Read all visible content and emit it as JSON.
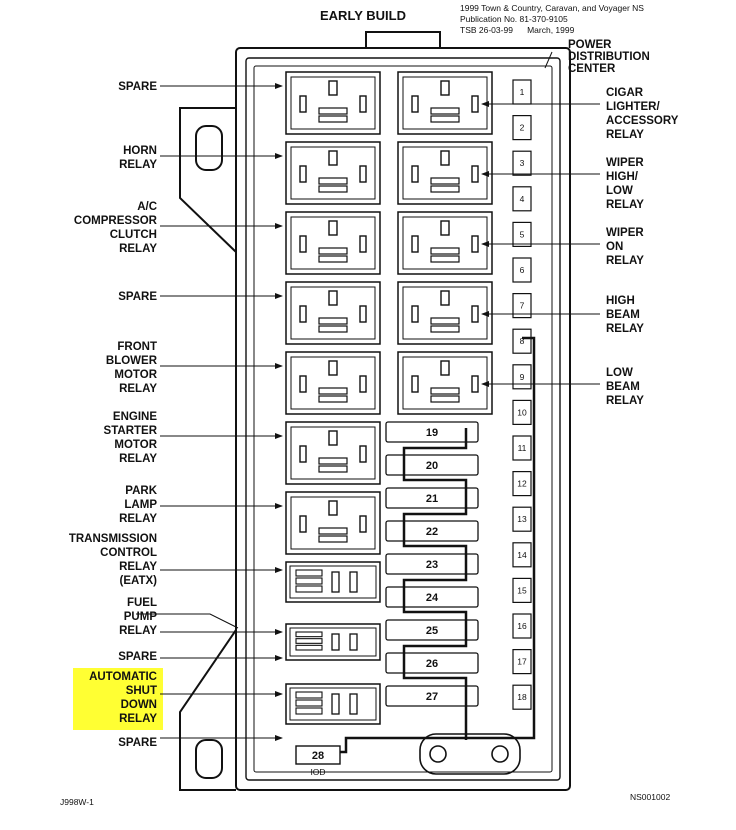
{
  "title": "EARLY BUILD",
  "publication": {
    "line1": "1999 Town & Country, Caravan, and Voyager NS",
    "line2": "Publication No. 81-370-9105",
    "line3": "TSB 26-03-99      March, 1999"
  },
  "pdc_label": [
    "POWER",
    "DISTRIBUTION",
    "CENTER"
  ],
  "left_labels": [
    {
      "lines": [
        "SPARE"
      ]
    },
    {
      "lines": [
        "HORN",
        "RELAY"
      ]
    },
    {
      "lines": [
        "A/C",
        "COMPRESSOR",
        "CLUTCH",
        "RELAY"
      ]
    },
    {
      "lines": [
        "SPARE"
      ]
    },
    {
      "lines": [
        "FRONT",
        "BLOWER",
        "MOTOR",
        "RELAY"
      ]
    },
    {
      "lines": [
        "ENGINE",
        "STARTER",
        "MOTOR",
        "RELAY"
      ]
    },
    {
      "lines": [
        "PARK",
        "LAMP",
        "RELAY"
      ]
    },
    {
      "lines": [
        "TRANSMISSION",
        "CONTROL",
        "RELAY",
        "(EATX)"
      ]
    },
    {
      "lines": [
        "FUEL",
        "PUMP",
        "RELAY"
      ]
    },
    {
      "lines": [
        "SPARE"
      ]
    },
    {
      "lines": [
        "AUTOMATIC",
        "SHUT",
        "DOWN",
        "RELAY"
      ],
      "highlight": true
    },
    {
      "lines": [
        "SPARE"
      ]
    }
  ],
  "right_labels": [
    {
      "lines": [
        "CIGAR",
        "LIGHTER/",
        "ACCESSORY",
        "RELAY"
      ]
    },
    {
      "lines": [
        "WIPER",
        "HIGH/",
        "LOW",
        "RELAY"
      ]
    },
    {
      "lines": [
        "WIPER",
        "ON",
        "RELAY"
      ]
    },
    {
      "lines": [
        "HIGH",
        "BEAM",
        "RELAY"
      ]
    },
    {
      "lines": [
        "LOW",
        "BEAM",
        "RELAY"
      ]
    }
  ],
  "small_fuses": [
    "1",
    "2",
    "3",
    "4",
    "5",
    "6",
    "7",
    "8",
    "9",
    "10",
    "11",
    "12",
    "13",
    "14",
    "15",
    "16",
    "17",
    "18"
  ],
  "maxi_fuses": [
    "19",
    "20",
    "21",
    "22",
    "23",
    "24",
    "25",
    "26",
    "27"
  ],
  "iod": {
    "number": "28",
    "label": "IOD"
  },
  "footer": {
    "left": "J998W-1",
    "right": "NS001002"
  },
  "colors": {
    "highlight": "#ffff33",
    "line": "#111111"
  }
}
